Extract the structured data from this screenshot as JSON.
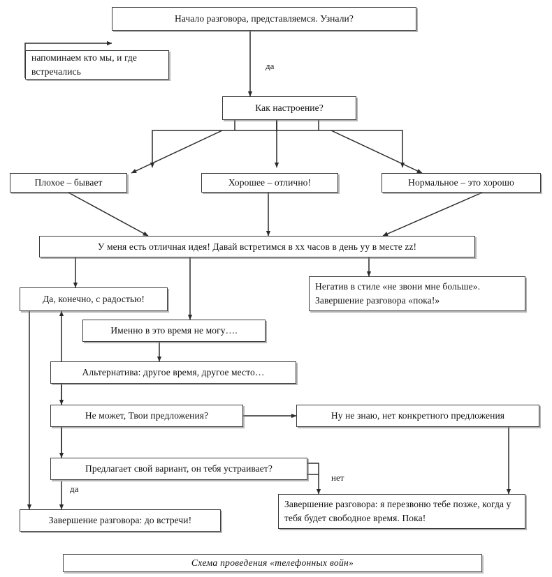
{
  "diagram": {
    "caption": "Схема проведения  «телефонных войн»",
    "line_color": "#2b2b2b",
    "box_border_color": "#3a3a3a",
    "background": "#ffffff"
  },
  "nodes": {
    "start": "Начало разговора, представляемся.  Узнали?",
    "remind": "напоминаем кто мы,  и где встречались",
    "mood_question": "Как настроение?",
    "mood_bad": "Плохое – бывает",
    "mood_good": "Хорошее – отлично!",
    "mood_normal": "Нормальное – это хорошо",
    "proposal": "У меня есть отличная идея! Давай встретимся в хх часов в день уу в месте zz!",
    "negative": "Негатив в стиле «не звони мне больше». Завершение разговора «пока!»",
    "yes_gladly": "Да, конечно, с  радостью!",
    "cannot_this_time": "Именно в это время не могу….",
    "alternative": "Альтернатива: другое время, другое место…",
    "cannot_your_ideas": "Не может, Твои предложения?",
    "dont_know": "Ну не знаю,  нет конкретного предложения",
    "offers_option": "Предлагает свой вариант, он тебя устраивает?",
    "end_callback": "Завершение разговора: я перезвоню тебе позже, когда у тебя будет свободное время. Пока!",
    "end_meeting": "Завершение разговора: до встречи!"
  },
  "edge_labels": {
    "yes_from_start": "да",
    "yes_from_offers": "да",
    "no_from_offers": "нет"
  }
}
